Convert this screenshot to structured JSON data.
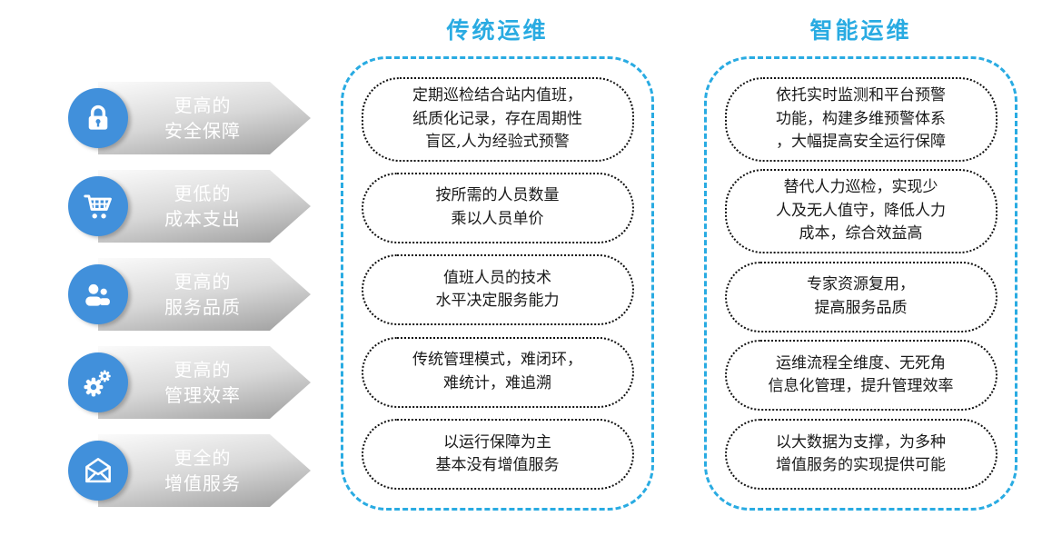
{
  "colors": {
    "accent_blue": "#29ABE2",
    "icon_blue": "#4190DB",
    "banner_gradient_light": "#fbfbfb",
    "banner_gradient_dark": "#9d9d9d",
    "banner_text": "#ffffff",
    "box_border": "#111111",
    "box_text": "#1a1a1a"
  },
  "rows": [
    {
      "icon": "lock-icon",
      "line1": "更高的",
      "line2": "安全保障"
    },
    {
      "icon": "cart-icon",
      "line1": "更低的",
      "line2": "成本支出"
    },
    {
      "icon": "users-icon",
      "line1": "更高的",
      "line2": "服务品质"
    },
    {
      "icon": "gears-icon",
      "line1": "更高的",
      "line2": "管理效率"
    },
    {
      "icon": "envelope-icon",
      "line1": "更全的",
      "line2": "增值服务"
    }
  ],
  "columns": [
    {
      "title": "传统运维",
      "boxes": [
        "定期巡检结合站内值班，\n纸质化记录，存在周期性\n盲区,人为经验式预警",
        "按所需的人员数量\n乘以人员单价",
        "值班人员的技术\n水平决定服务能力",
        "传统管理模式，难闭环，\n难统计，难追溯",
        "以运行保障为主\n基本没有增值服务"
      ]
    },
    {
      "title": "智能运维",
      "boxes": [
        "依托实时监测和平台预警\n功能，构建多维预警体系\n，大幅提高安全运行保障",
        "替代人力巡检，实现少\n人及无人值守，降低人力\n成本，综合效益高",
        "专家资源复用，\n提高服务品质",
        "运维流程全维度、无死角\n信息化管理，提升管理效率",
        "以大数据为支撑，为多种\n增值服务的实现提供可能"
      ]
    }
  ]
}
